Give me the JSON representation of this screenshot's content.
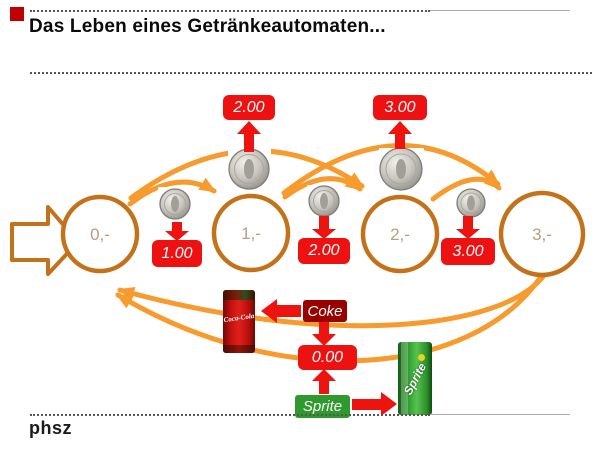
{
  "header": {
    "title": "Das Leben eines Getränkeautomaten..."
  },
  "footer": {
    "logo": "phsz"
  },
  "states": [
    {
      "label": "0,-"
    },
    {
      "label": "1,-"
    },
    {
      "label": "2,-"
    },
    {
      "label": "3,-"
    }
  ],
  "transitions": {
    "top_labels": [
      {
        "label": "2.00"
      },
      {
        "label": "3.00"
      }
    ],
    "coin_labels": [
      {
        "label": "1.00"
      },
      {
        "label": "2.00"
      },
      {
        "label": "3.00"
      }
    ],
    "zero_label": "0.00",
    "coke_label": "Coke",
    "sprite_label": "Sprite"
  },
  "cans": {
    "coke_text": "Coca-Cola",
    "sprite_text": "Sprite"
  },
  "colors": {
    "arc_orange": "#F79B2E",
    "state_stroke": "#C4721A",
    "label_red": "#EE1111",
    "coke_maroon": "#990000",
    "sprite_green": "#2E9A2E",
    "logo_red": "#C00000"
  }
}
